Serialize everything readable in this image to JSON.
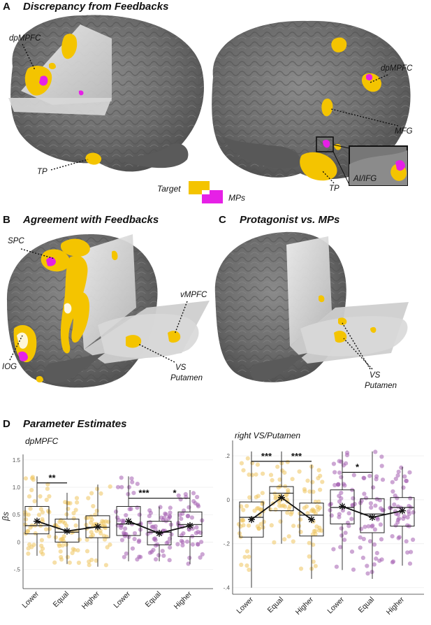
{
  "panels": {
    "A": {
      "letter": "A",
      "title": "Discrepancy from Feedbacks",
      "labels": {
        "dpmpfc_left": "dpMPFC",
        "tp_left": "TP",
        "dpmpfc_right": "dpMPFC",
        "mfg": "MFG",
        "tp_right": "TP",
        "ai_ifg": "AI/IFG"
      }
    },
    "legend": {
      "target": "Target",
      "mps": "MPs"
    },
    "B": {
      "letter": "B",
      "title": "Agreement with Feedbacks",
      "labels": {
        "spc": "SPC",
        "iog": "IOG",
        "vmpfc": "vMPFC",
        "vs_line1": "VS",
        "vs_line2": "Putamen"
      }
    },
    "C": {
      "letter": "C",
      "title": "Protagonist vs. MPs",
      "labels": {
        "vs_line1": "VS",
        "vs_line2": "Putamen"
      }
    },
    "D": {
      "letter": "D",
      "title": "Parameter Estimates"
    }
  },
  "colors": {
    "target": "#f4c400",
    "mps": "#e620e6",
    "target_points": "#eec45e",
    "mps_points": "#a45fb0",
    "brain": "#6d6d6d",
    "slice": "#dcdcdc"
  },
  "chart_data": [
    {
      "type": "box",
      "title": "dpMPFC",
      "ylabel": "βs",
      "ylim": [
        -0.85,
        1.6
      ],
      "yticks": [
        "1.5",
        "1.0",
        "0.5",
        "0",
        "-.5"
      ],
      "yticks_values": [
        1.5,
        1.0,
        0.5,
        0,
        -0.5
      ],
      "categories": [
        "Lower",
        "Equal",
        "Higher"
      ],
      "series": [
        {
          "group": "target",
          "q1": [
            0.15,
            0.0,
            0.08
          ],
          "median": [
            0.3,
            0.18,
            0.27
          ],
          "q3": [
            0.65,
            0.42,
            0.48
          ],
          "whisker_low": [
            -0.25,
            -0.4,
            -0.45
          ],
          "whisker_high": [
            1.2,
            0.9,
            1.05
          ],
          "mean": [
            0.38,
            0.2,
            0.28
          ]
        },
        {
          "group": "mps",
          "q1": [
            0.12,
            -0.05,
            0.1
          ],
          "median": [
            0.33,
            0.18,
            0.32
          ],
          "q3": [
            0.65,
            0.38,
            0.55
          ],
          "whisker_low": [
            -0.35,
            -0.35,
            -0.4
          ],
          "whisker_high": [
            1.2,
            0.65,
            0.95
          ],
          "mean": [
            0.38,
            0.16,
            0.3
          ]
        }
      ],
      "significance": [
        {
          "group": "target",
          "from": "Lower",
          "to": "Equal",
          "label": "**"
        },
        {
          "group": "mps",
          "from": "Lower",
          "to": "Equal",
          "label": "***"
        },
        {
          "group": "mps",
          "from": "Equal",
          "to": "Higher",
          "label": "*"
        }
      ]
    },
    {
      "type": "box",
      "title": "right VS/Putamen",
      "ylabel": "",
      "ylim": [
        -0.43,
        0.27
      ],
      "yticks": [
        ".2",
        "0",
        "-.2",
        "-.4"
      ],
      "yticks_values": [
        0.2,
        0,
        -0.2,
        -0.4
      ],
      "categories": [
        "Lower",
        "Equal",
        "Higher"
      ],
      "series": [
        {
          "group": "target",
          "q1": [
            -0.17,
            -0.05,
            -0.165
          ],
          "median": [
            -0.08,
            0.03,
            -0.07
          ],
          "q3": [
            -0.01,
            0.06,
            -0.015
          ],
          "whisker_low": [
            -0.4,
            -0.2,
            -0.36
          ],
          "whisker_high": [
            0.22,
            0.22,
            0.16
          ],
          "mean": [
            -0.09,
            0.01,
            -0.09
          ]
        },
        {
          "group": "mps",
          "q1": [
            -0.11,
            -0.15,
            -0.12
          ],
          "median": [
            -0.035,
            -0.065,
            -0.035
          ],
          "q3": [
            0.045,
            0.005,
            0.01
          ],
          "whisker_low": [
            -0.32,
            -0.36,
            -0.3
          ],
          "whisker_high": [
            0.22,
            0.22,
            0.15
          ],
          "mean": [
            -0.03,
            -0.08,
            -0.05
          ]
        }
      ],
      "significance": [
        {
          "group": "target",
          "from": "Lower",
          "to": "Equal",
          "label": "***"
        },
        {
          "group": "target",
          "from": "Equal",
          "to": "Higher",
          "label": "***"
        },
        {
          "group": "mps",
          "from": "Lower",
          "to": "Equal",
          "label": "*"
        }
      ]
    }
  ]
}
